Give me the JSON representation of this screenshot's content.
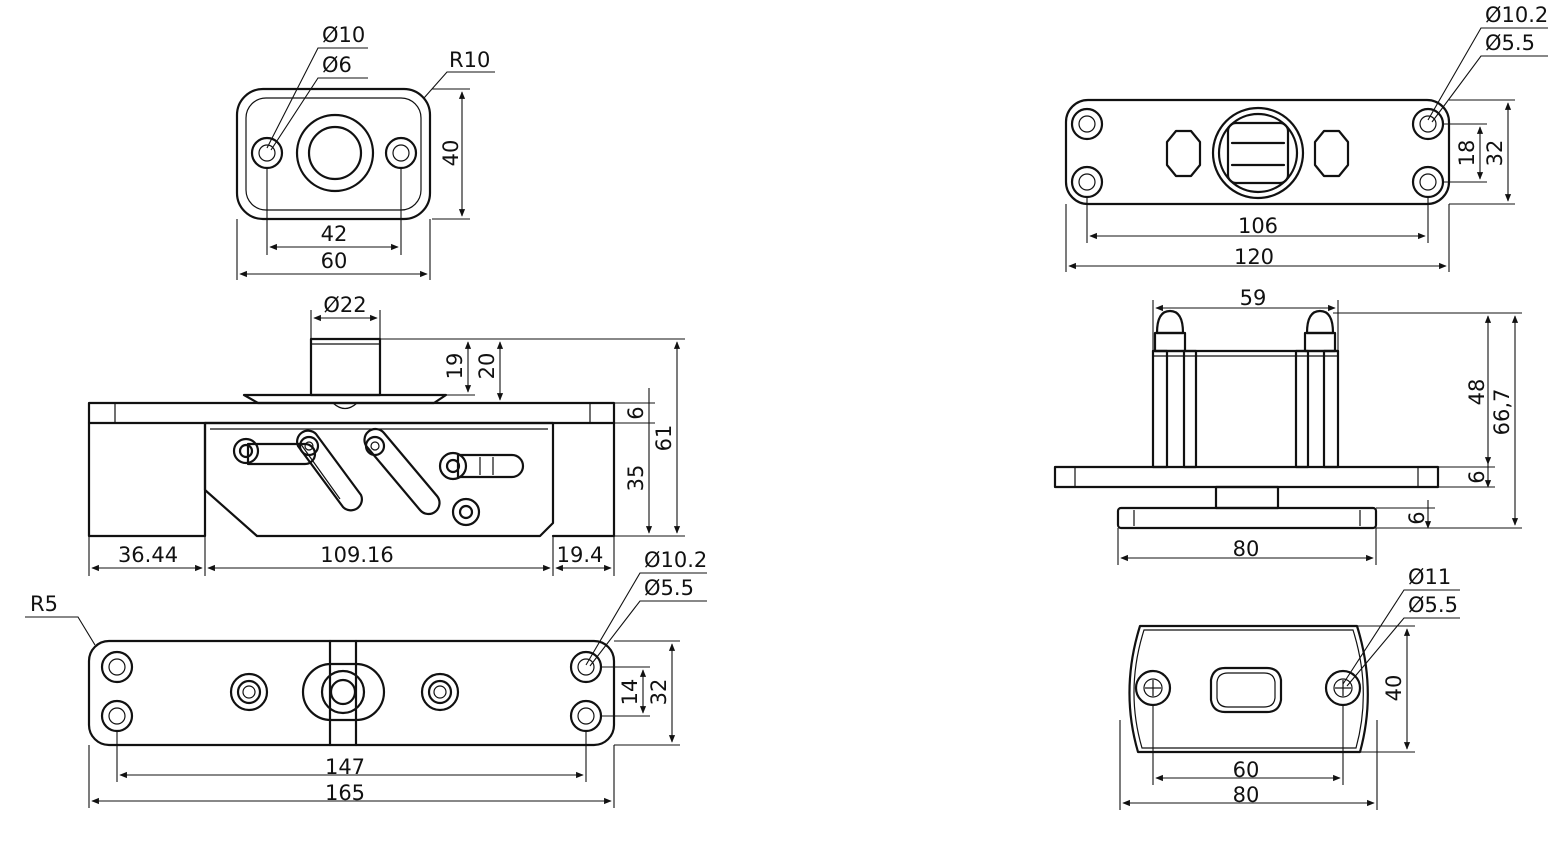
{
  "views": {
    "top_left": {
      "dim_d10": "Ø10",
      "dim_d6": "Ø6",
      "dim_r10": "R10",
      "dim_40": "40",
      "dim_42": "42",
      "dim_60": "60"
    },
    "side_left": {
      "dim_d22": "Ø22",
      "dim_19": "19",
      "dim_20": "20",
      "dim_6": "6",
      "dim_61": "61",
      "dim_35": "35",
      "dim_36_44": "36.44",
      "dim_109_16": "109.16",
      "dim_19_4": "19.4"
    },
    "bottom_left": {
      "dim_r5": "R5",
      "dim_d10_2": "Ø10.2",
      "dim_d5_5": "Ø5.5",
      "dim_14": "14",
      "dim_32": "32",
      "dim_147": "147",
      "dim_165": "165"
    },
    "top_right": {
      "dim_d10_2": "Ø10.2",
      "dim_d5_5": "Ø5.5",
      "dim_18": "18",
      "dim_32": "32",
      "dim_106": "106",
      "dim_120": "120"
    },
    "side_right": {
      "dim_59": "59",
      "dim_48": "48",
      "dim_66_7": "66,7",
      "dim_6_upper": "6",
      "dim_6_lower": "6",
      "dim_80": "80"
    },
    "bottom_right": {
      "dim_d11": "Ø11",
      "dim_d5_5": "Ø5.5",
      "dim_40": "40",
      "dim_60": "60",
      "dim_80": "80"
    }
  }
}
